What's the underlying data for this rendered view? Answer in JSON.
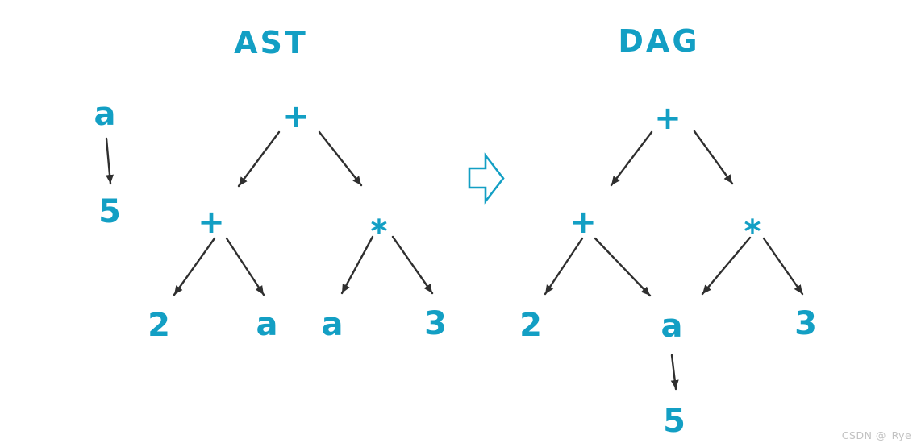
{
  "colors": {
    "node": "#139fc4",
    "edge": "#2f2f2f",
    "watermark": "#c2c2c2"
  },
  "ast": {
    "title": "AST",
    "nodes": {
      "var_a": "a",
      "value_5": "5",
      "root_plus": "+",
      "inner_plus": "+",
      "inner_star": "*",
      "leaf_2": "2",
      "leaf_a_left": "a",
      "leaf_a_right": "a",
      "leaf_3": "3"
    }
  },
  "dag": {
    "title": "DAG",
    "nodes": {
      "root_plus": "+",
      "inner_plus": "+",
      "inner_star": "*",
      "leaf_2": "2",
      "shared_a": "a",
      "leaf_3": "3",
      "value_5": "5"
    }
  },
  "watermark": "CSDN @_Rye_"
}
